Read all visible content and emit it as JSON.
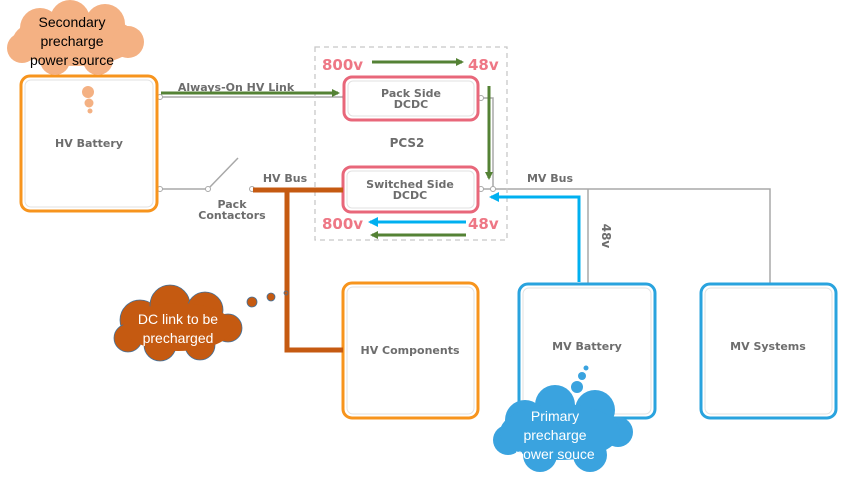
{
  "colors": {
    "hv_box": "#F7941D",
    "dcdc_box": "#E8677A",
    "mv_box": "#29A3DE",
    "hv_bus": "#C55A11",
    "green_flow": "#548235",
    "blue_flow": "#00B0F0",
    "wire": "#a8a8a8"
  },
  "blocks": {
    "hv_battery": "HV Battery",
    "pack_side_dcdc": [
      "Pack Side",
      "DCDC"
    ],
    "switched_side_dcdc": [
      "Switched Side",
      "DCDC"
    ],
    "pcs": "PCS2",
    "hv_components": "HV Components",
    "mv_battery": "MV Battery",
    "mv_systems": "MV Systems"
  },
  "labels": {
    "always_on": "Always-On HV Link",
    "pack_contactors": [
      "Pack",
      "Contactors"
    ],
    "hv_bus": "HV Bus",
    "mv_bus": "MV Bus",
    "mv_voltage": "48v",
    "top_in": "800v",
    "top_out": "48v",
    "bottom_out": "800v",
    "bottom_in": "48v"
  },
  "clouds": {
    "secondary": [
      "Secondary",
      "precharge",
      "power source"
    ],
    "dc_link": [
      "DC link to be",
      "precharged"
    ],
    "primary": [
      "Primary",
      "precharge",
      "power souce"
    ]
  }
}
